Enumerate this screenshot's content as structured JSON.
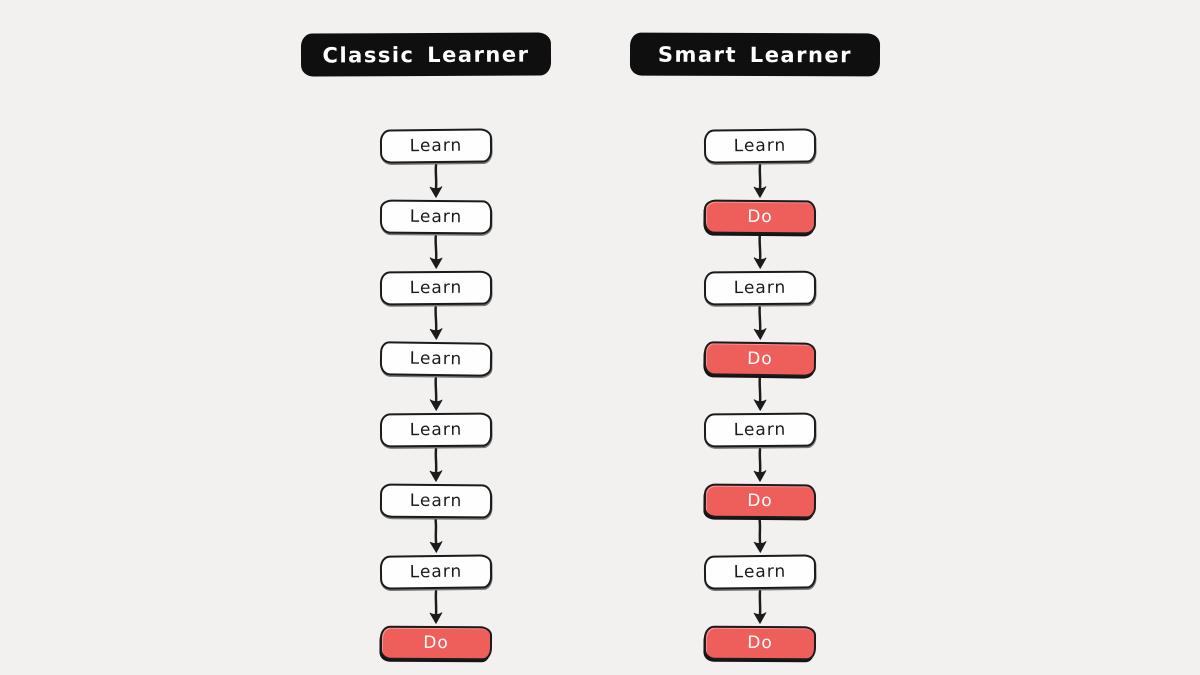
{
  "canvas": {
    "background": "#f2f1f0"
  },
  "colors": {
    "canvas_bg": "#f2f1f0",
    "header_bg": "#0f0f0f",
    "header_text": "#ffffff",
    "node_fill": "#fefefe",
    "node_border": "#1b1b1b",
    "learn_text": "#1b1b1b",
    "do_fill": "#ee5f5c",
    "do_text": "#ffffff",
    "arrow": "#1b1b1b"
  },
  "columns": [
    {
      "header": "Classic Learner",
      "steps": [
        {
          "label": "Learn",
          "kind": "learn"
        },
        {
          "label": "Learn",
          "kind": "learn"
        },
        {
          "label": "Learn",
          "kind": "learn"
        },
        {
          "label": "Learn",
          "kind": "learn"
        },
        {
          "label": "Learn",
          "kind": "learn"
        },
        {
          "label": "Learn",
          "kind": "learn"
        },
        {
          "label": "Learn",
          "kind": "learn"
        },
        {
          "label": "Do",
          "kind": "do"
        }
      ]
    },
    {
      "header": "Smart Learner",
      "steps": [
        {
          "label": "Learn",
          "kind": "learn"
        },
        {
          "label": "Do",
          "kind": "do"
        },
        {
          "label": "Learn",
          "kind": "learn"
        },
        {
          "label": "Do",
          "kind": "do"
        },
        {
          "label": "Learn",
          "kind": "learn"
        },
        {
          "label": "Do",
          "kind": "do"
        },
        {
          "label": "Learn",
          "kind": "learn"
        },
        {
          "label": "Do",
          "kind": "do"
        }
      ]
    }
  ]
}
